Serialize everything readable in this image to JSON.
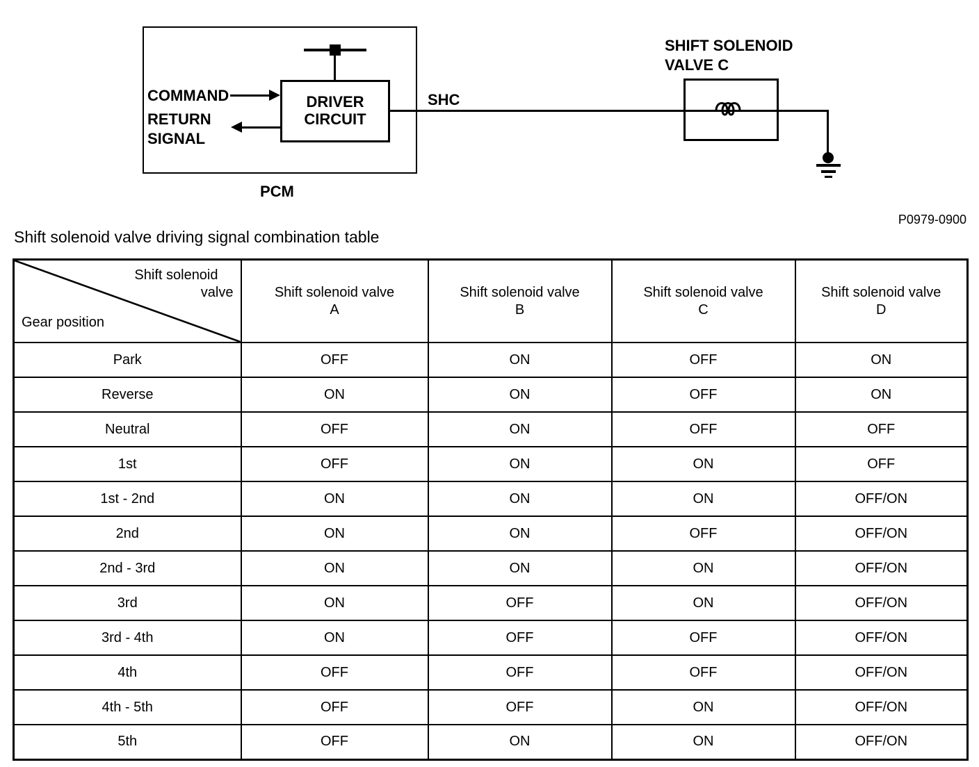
{
  "diagram": {
    "pcm_box_label": "PCM",
    "driver_circuit_line1": "DRIVER",
    "driver_circuit_line2": "CIRCUIT",
    "command_label": "COMMAND",
    "return_label_line1": "RETURN",
    "return_label_line2": "SIGNAL",
    "wire_label": "SHC",
    "solenoid_label_line1": "SHIFT SOLENOID",
    "solenoid_label_line2": "VALVE C",
    "figure_ref": "P0979-0900",
    "ink_color": "#000000",
    "background_color": "#ffffff"
  },
  "table": {
    "caption": "Shift solenoid valve driving signal combination table",
    "corner": {
      "top_line1": "Shift solenoid",
      "top_line2": "valve",
      "bottom": "Gear position"
    },
    "columns": [
      {
        "line1": "Shift solenoid valve",
        "line2": "A"
      },
      {
        "line1": "Shift solenoid valve",
        "line2": "B"
      },
      {
        "line1": "Shift solenoid valve",
        "line2": "C"
      },
      {
        "line1": "Shift solenoid valve",
        "line2": "D"
      }
    ],
    "rows": [
      {
        "gear": "Park",
        "a": "OFF",
        "b": "ON",
        "c": "OFF",
        "d": "ON"
      },
      {
        "gear": "Reverse",
        "a": "ON",
        "b": "ON",
        "c": "OFF",
        "d": "ON"
      },
      {
        "gear": "Neutral",
        "a": "OFF",
        "b": "ON",
        "c": "OFF",
        "d": "OFF"
      },
      {
        "gear": "1st",
        "a": "OFF",
        "b": "ON",
        "c": "ON",
        "d": "OFF"
      },
      {
        "gear": "1st - 2nd",
        "a": "ON",
        "b": "ON",
        "c": "ON",
        "d": "OFF/ON"
      },
      {
        "gear": "2nd",
        "a": "ON",
        "b": "ON",
        "c": "OFF",
        "d": "OFF/ON"
      },
      {
        "gear": "2nd - 3rd",
        "a": "ON",
        "b": "ON",
        "c": "ON",
        "d": "OFF/ON"
      },
      {
        "gear": "3rd",
        "a": "ON",
        "b": "OFF",
        "c": "ON",
        "d": "OFF/ON"
      },
      {
        "gear": "3rd - 4th",
        "a": "ON",
        "b": "OFF",
        "c": "OFF",
        "d": "OFF/ON"
      },
      {
        "gear": "4th",
        "a": "OFF",
        "b": "OFF",
        "c": "OFF",
        "d": "OFF/ON"
      },
      {
        "gear": "4th - 5th",
        "a": "OFF",
        "b": "OFF",
        "c": "ON",
        "d": "OFF/ON"
      },
      {
        "gear": "5th",
        "a": "OFF",
        "b": "ON",
        "c": "ON",
        "d": "OFF/ON"
      }
    ]
  }
}
